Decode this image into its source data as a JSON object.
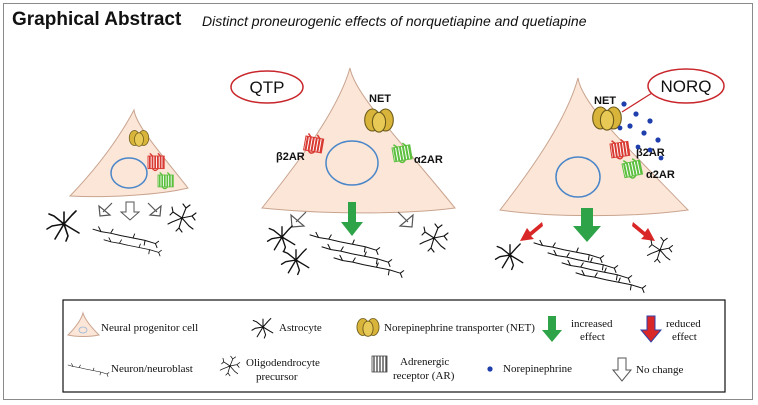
{
  "header": {
    "title": "Graphical Abstract",
    "subtitle": "Distinct proneurogenic effects of norquetiapine and quetiapine"
  },
  "panels": {
    "qtp": {
      "tag": "QTP",
      "net": "NET",
      "b2ar": "β2AR",
      "a2ar": "α2AR"
    },
    "norq": {
      "tag": "NORQ",
      "net": "NET",
      "b2ar": "β2AR",
      "a2ar": "α2AR"
    }
  },
  "legend": {
    "npc": "Neural progenitor cell",
    "astrocyte": "Astrocyte",
    "net": "Norepinephrine transporter (NET)",
    "increased_1": "increased",
    "increased_2": "effect",
    "reduced_1": "reduced",
    "reduced_2": "effect",
    "neuron": "Neuron/neuroblast",
    "opc_1": "Oligodendrocyte",
    "opc_2": "precursor",
    "ar_1": "Adrenergic",
    "ar_2": "receptor (AR)",
    "ne": "Norepinephrine",
    "nochange": "No change"
  },
  "colors": {
    "cell_fill": "#fbe6d8",
    "cell_stroke": "#c9a48f",
    "nucleus": "#4a86c8",
    "net_fill": "#d8b43a",
    "beta_receptor": "#d93a32",
    "alpha_receptor": "#5cbf3e",
    "increase_arrow": "#2fa348",
    "reduce_arrow": "#d92626",
    "ne_dot": "#1f3fae",
    "tag_border": "#c8262b"
  }
}
